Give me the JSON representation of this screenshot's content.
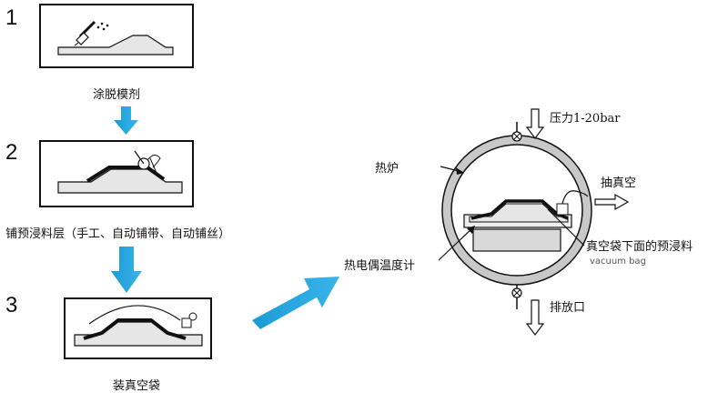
{
  "steps": [
    {
      "number": "1",
      "label": "涂脱模剂"
    },
    {
      "number": "2",
      "label": "铺预浸料层（手工、自动铺带、自动铺丝）"
    },
    {
      "number": "3",
      "label": "装真空袋"
    }
  ],
  "autoclave": {
    "pressure_label": "压力1-20bar",
    "furnace_label": "热炉",
    "vacuum_label": "抽真空",
    "prepreg_label": "真空袋下面的预浸料",
    "vacuum_bag_label": "vacuum bag",
    "thermocouple_label": "热电偶温度计",
    "exhaust_label": "排放口"
  },
  "colors": {
    "arrow_blue": "#29a8e0",
    "ring_gray": "#c8c8c8",
    "tool_gray": "#d9d9d9",
    "line": "#111111"
  }
}
